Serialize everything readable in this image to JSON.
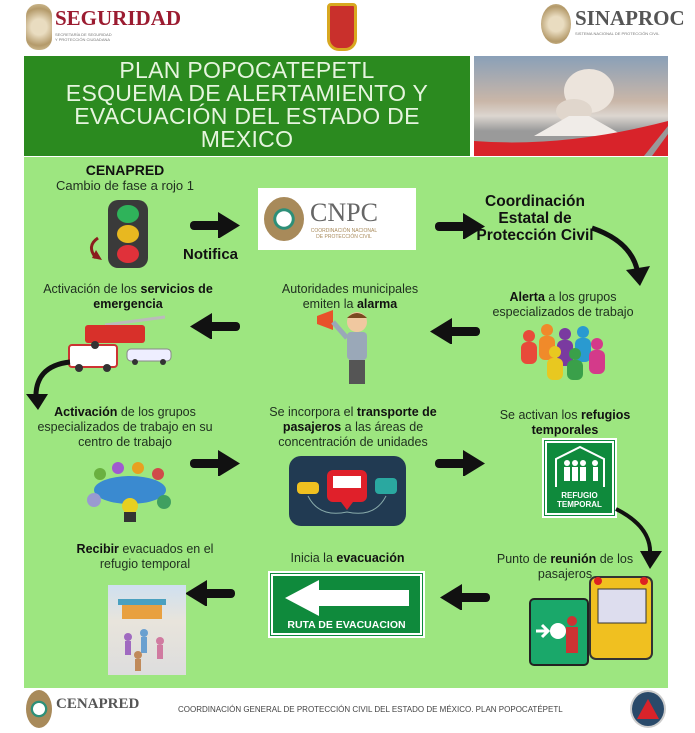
{
  "header": {
    "left_logo": "SEGURIDAD",
    "left_logo_sub": "SECRETARÍA DE SEGURIDAD Y PROTECCIÓN CIUDADANA",
    "right_logo": "SINAPROC",
    "right_logo_sub": "SISTEMA NACIONAL DE PROTECCIÓN CIVIL"
  },
  "title": {
    "line1": "PLAN POPOCATEPETL",
    "line2": "ESQUEMA DE ALERTAMIENTO Y",
    "line3": "EVACUACIÓN DEL ESTADO DE",
    "line4": "MEXICO"
  },
  "steps": {
    "s1": {
      "bold": "CENAPRED",
      "text": "Cambio de fase a rojo 1"
    },
    "notify": "Notifica",
    "cnpc": {
      "name": "CNPC",
      "sub1": "COORDINACIÓN NACIONAL",
      "sub2": "DE PROTECCIÓN CIVIL"
    },
    "s2": {
      "bold": "Coordinación Estatal de Protección Civil"
    },
    "s3": {
      "bold": "Alerta",
      "text": " a los grupos especializados de trabajo"
    },
    "s4": {
      "text": "Autoridades municipales emiten la ",
      "bold": "alarma"
    },
    "s5": {
      "text": "Activación de los ",
      "bold": "servicios de emergencia"
    },
    "s6": {
      "bold": "Activación",
      "text": " de los grupos especializados de trabajo en su centro de trabajo"
    },
    "s7": {
      "text": "Se incorpora  el ",
      "bold": "transporte de pasajeros",
      "text2": " a las áreas de concentración de unidades"
    },
    "s8": {
      "text": "Se activan los ",
      "bold": "refugios temporales"
    },
    "refugio_sign": {
      "l1": "REFUGIO",
      "l2": "TEMPORAL"
    },
    "s9": {
      "text": "Punto de ",
      "bold": "reunión",
      "text2": " de los pasajeros"
    },
    "s10": {
      "text": "Inicia la ",
      "bold": "evacuación"
    },
    "ruta_sign": "RUTA DE EVACUACION",
    "s11": {
      "bold": "Recibir",
      "text": "  evacuados en el refugio temporal"
    }
  },
  "footer": {
    "logo": "CENAPRED",
    "text": "COORDINACIÓN GENERAL DE PROTECCIÓN CIVIL DEL ESTADO DE MÉXICO. PLAN POPOCATÉPETL"
  },
  "colors": {
    "panel": "#9de680",
    "title_bg": "#2b8a1f",
    "sign_green": "#0f8a3c",
    "logo_red": "#9b1b30"
  }
}
